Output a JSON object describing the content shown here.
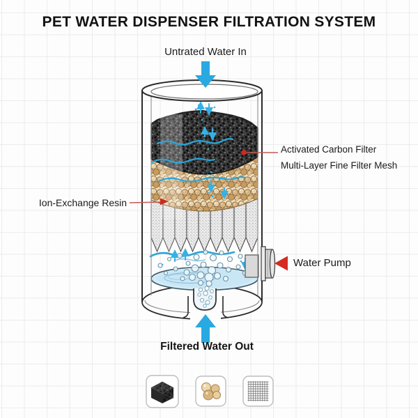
{
  "title": "PET WATER DISPENSER FILTRATION SYSTEM",
  "labels": {
    "water_in": "Untrated Water In",
    "carbon": "Activated Carbon Filter",
    "mesh": "Multi-Layer Fine Filter Mesh",
    "resin": "Ion-Exchange Resin",
    "pump": "Water Pump",
    "water_out": "Filtered Water Out"
  },
  "legend_icons": [
    {
      "name": "activated-carbon-cube-icon"
    },
    {
      "name": "resin-beads-icon"
    },
    {
      "name": "filter-mesh-icon"
    }
  ],
  "colors": {
    "flow_arrow_blue": "#29a9e1",
    "marker_red": "#d42a20",
    "leader_line_red": "#c05a52",
    "carbon_dark": "#383838",
    "resin_tan": "#d9b582",
    "mesh_gray": "#ededed",
    "water_blue": "#d3ebf7",
    "outline_dark": "#2b2b2b"
  }
}
